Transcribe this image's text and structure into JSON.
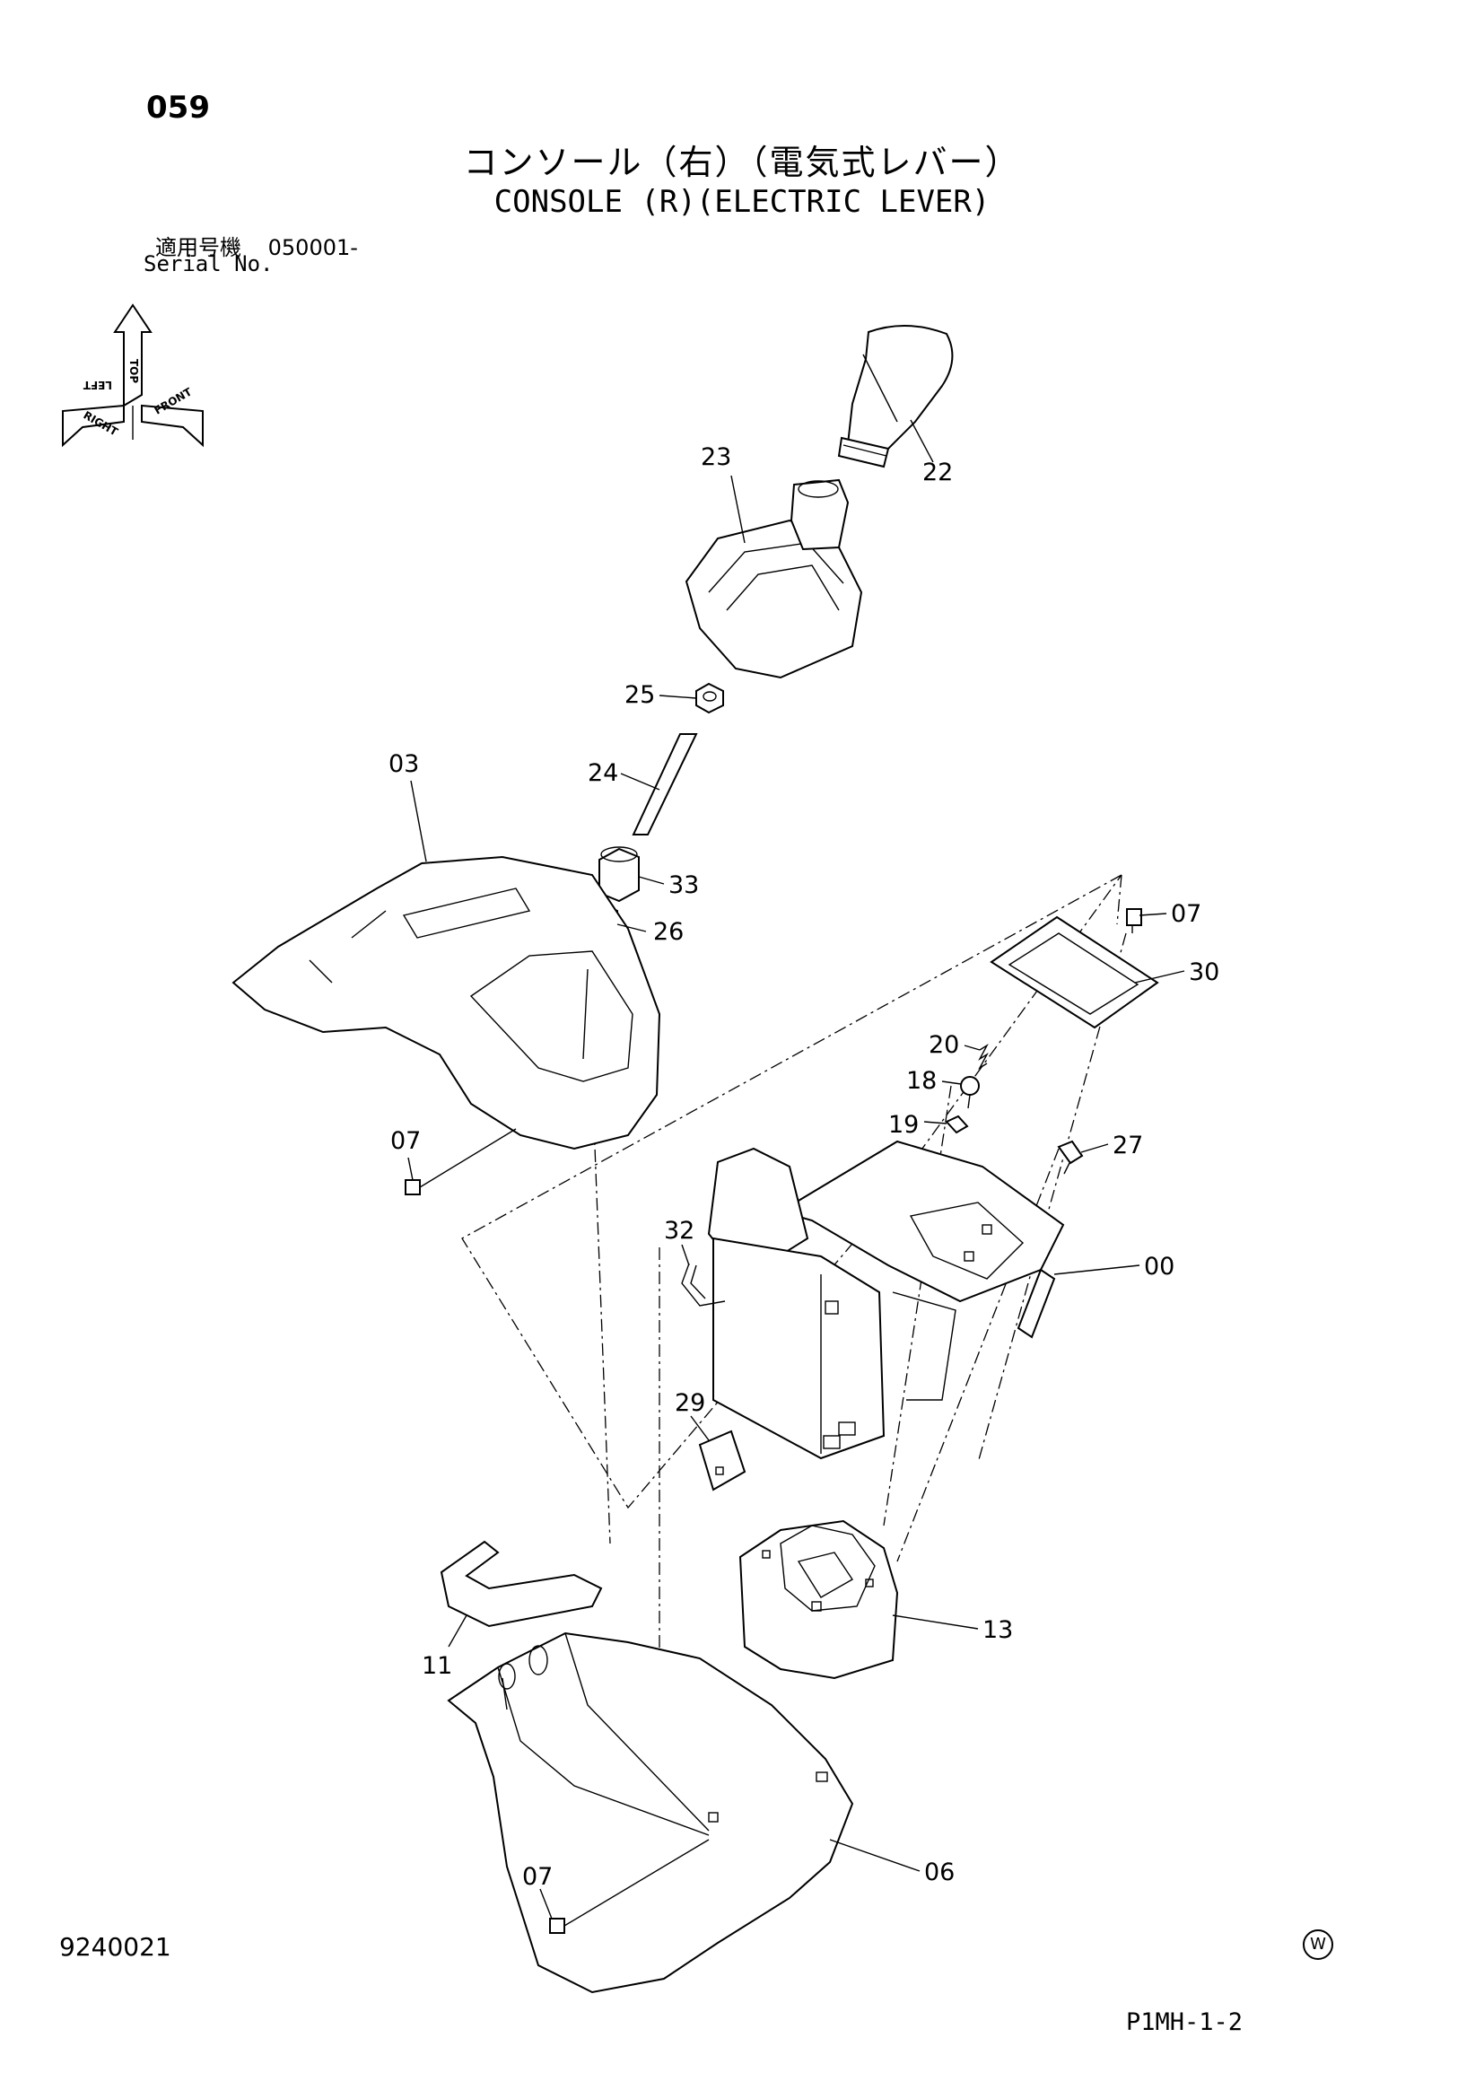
{
  "header": {
    "page_number": "059",
    "title_jp": "コンソール（右）（電気式レバー）",
    "title_en": "CONSOLE (R)(ELECTRIC LEVER)",
    "serial_label_jp": "適用号機",
    "serial_value": "050001-",
    "serial_label_en": "Serial No."
  },
  "orientation": {
    "labels": [
      "TOP",
      "LEFT",
      "RIGHT",
      "FRONT"
    ]
  },
  "parts": [
    {
      "id": "22"
    },
    {
      "id": "23"
    },
    {
      "id": "25"
    },
    {
      "id": "24"
    },
    {
      "id": "03"
    },
    {
      "id": "33"
    },
    {
      "id": "26"
    },
    {
      "id": "07"
    },
    {
      "id": "30"
    },
    {
      "id": "20"
    },
    {
      "id": "18"
    },
    {
      "id": "19"
    },
    {
      "id": "27"
    },
    {
      "id": "07"
    },
    {
      "id": "32"
    },
    {
      "id": "00"
    },
    {
      "id": "29"
    },
    {
      "id": "13"
    },
    {
      "id": "11"
    },
    {
      "id": "06"
    },
    {
      "id": "07"
    }
  ],
  "footer": {
    "doc_number": "9240021",
    "mark": "W",
    "sheet_code": "P1MH-1-2"
  }
}
